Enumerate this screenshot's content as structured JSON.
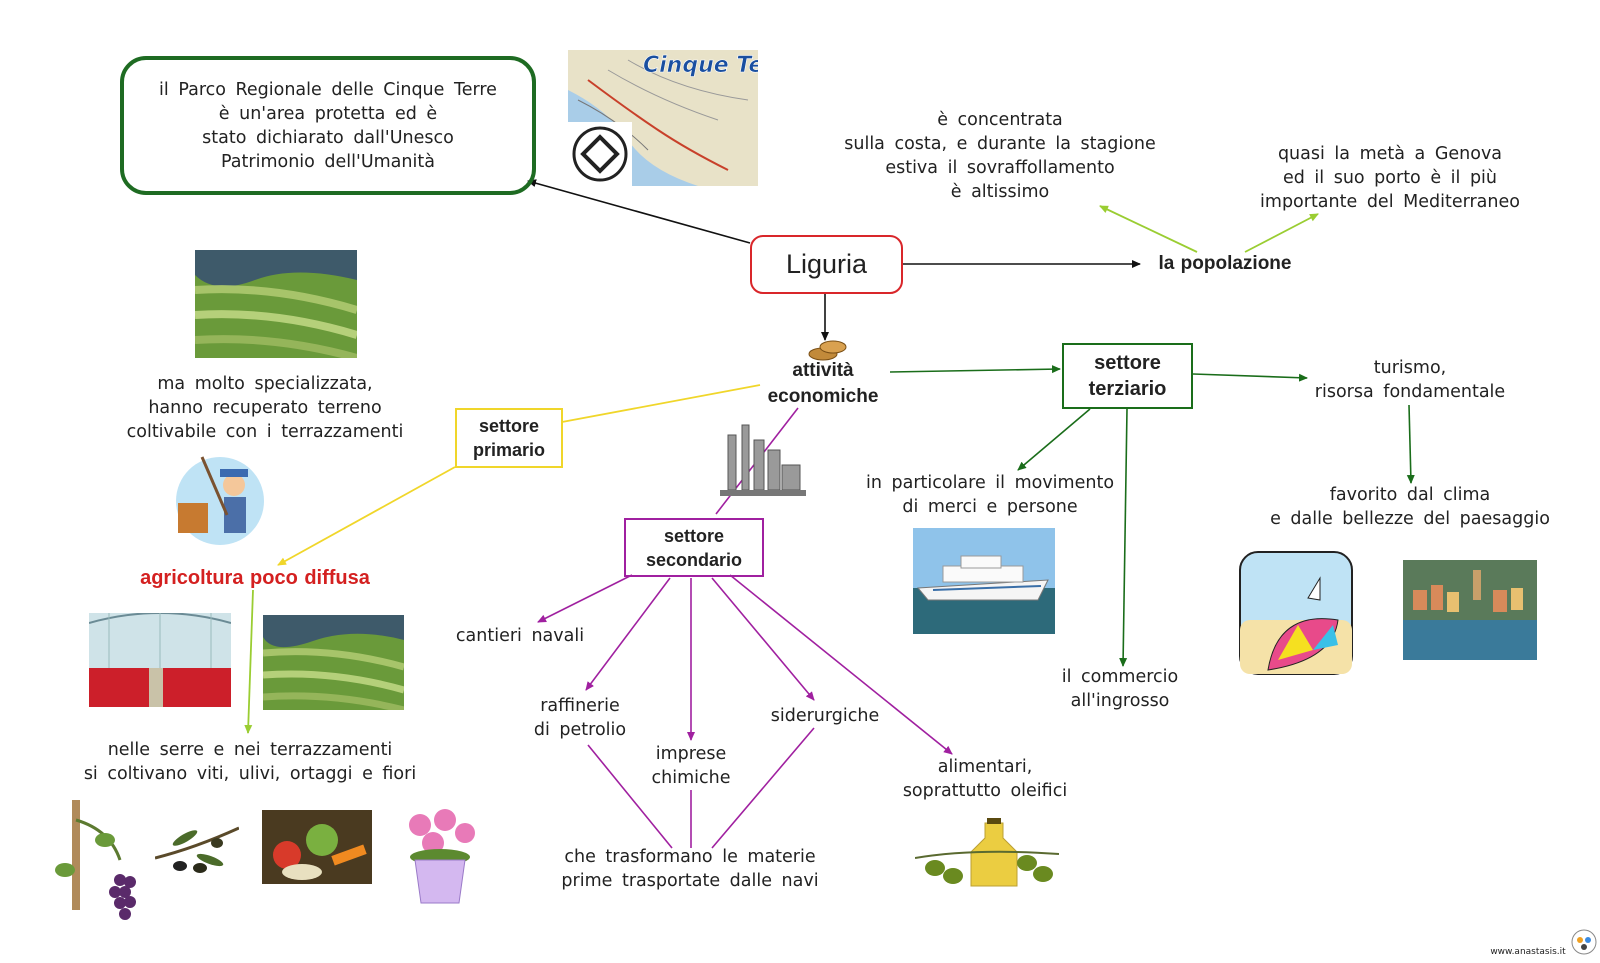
{
  "central": "Liguria",
  "parco_note": "il  Parco  Regionale  delle  Cinque  Terre\nè  un'area  protetta  ed  è\nstato  dichiarato   dall'Unesco\nPatrimonio   dell'Umanità",
  "map_caption": "Cinque Terre",
  "popolazione": {
    "label": "la  popolazione",
    "costa": "è  concentrata\nsulla  costa,  e  durante  la  stagione\nestiva  il   sovraffollamento\nè  altissimo",
    "genova": "quasi  la  metà  a  Genova\ned  il  suo  porto  è  il  più\nimportante  del  Mediterraneo"
  },
  "attivita": "attività\neconomiche",
  "primario": {
    "label": "settore\nprimario",
    "terrazzamenti_note": "ma  molto   specializzata,\nhanno  recuperato  terreno\ncoltivabile   con  i  terrazzamenti",
    "agricoltura": "agricoltura  poco  diffusa",
    "colture": "nelle  serre  e  nei  terrazzamenti\nsi  coltivano  viti,  ulivi,  ortaggi  e  fiori"
  },
  "secondario": {
    "label": "settore\nsecondario",
    "cantieri": "cantieri   navali",
    "raffinerie": "raffinerie\ndi  petrolio",
    "chimiche": "imprese\nchimiche",
    "siderurgiche": "siderurgiche",
    "alimentari": "alimentari,\nsoprattutto   oleifici",
    "trasformano": "che  trasformano  le  materie\nprime  trasportate  dalle  navi"
  },
  "terziario": {
    "label": "settore\nterziario",
    "movimento": "in  particolare  il  movimento\ndi  merci  e  persone",
    "commercio": "il  commercio\nall'ingrosso",
    "turismo": "turismo,\nrisorsa   fondamentale",
    "favorito": "favorito  dal  clima\ne  dalle  bellezze  del  paesaggio"
  },
  "footer": "www.anastasis.it",
  "colors": {
    "central_border": "#d9262a",
    "parco_border": "#1e6b22",
    "primario": "#f0d62a",
    "agricoltura_text": "#d42020",
    "colture_arrow": "#9acd32",
    "secondario": "#a020a0",
    "terziario": "#1a6d1a",
    "popolazione_arrow": "#9acd32",
    "black": "#111111"
  },
  "icons": [
    "map-cinque-terre-icon",
    "terraces-photo-icon",
    "farmer-icon",
    "greenhouse-photo-icon",
    "terraces-photo-icon-2",
    "grapevine-icon",
    "olive-branch-icon",
    "vegetables-icon",
    "flower-pot-icon",
    "coins-icon",
    "factory-icon",
    "cruise-ship-icon",
    "beach-umbrella-icon",
    "harbor-village-icon",
    "olive-oil-icon",
    "anastasis-logo-icon"
  ]
}
